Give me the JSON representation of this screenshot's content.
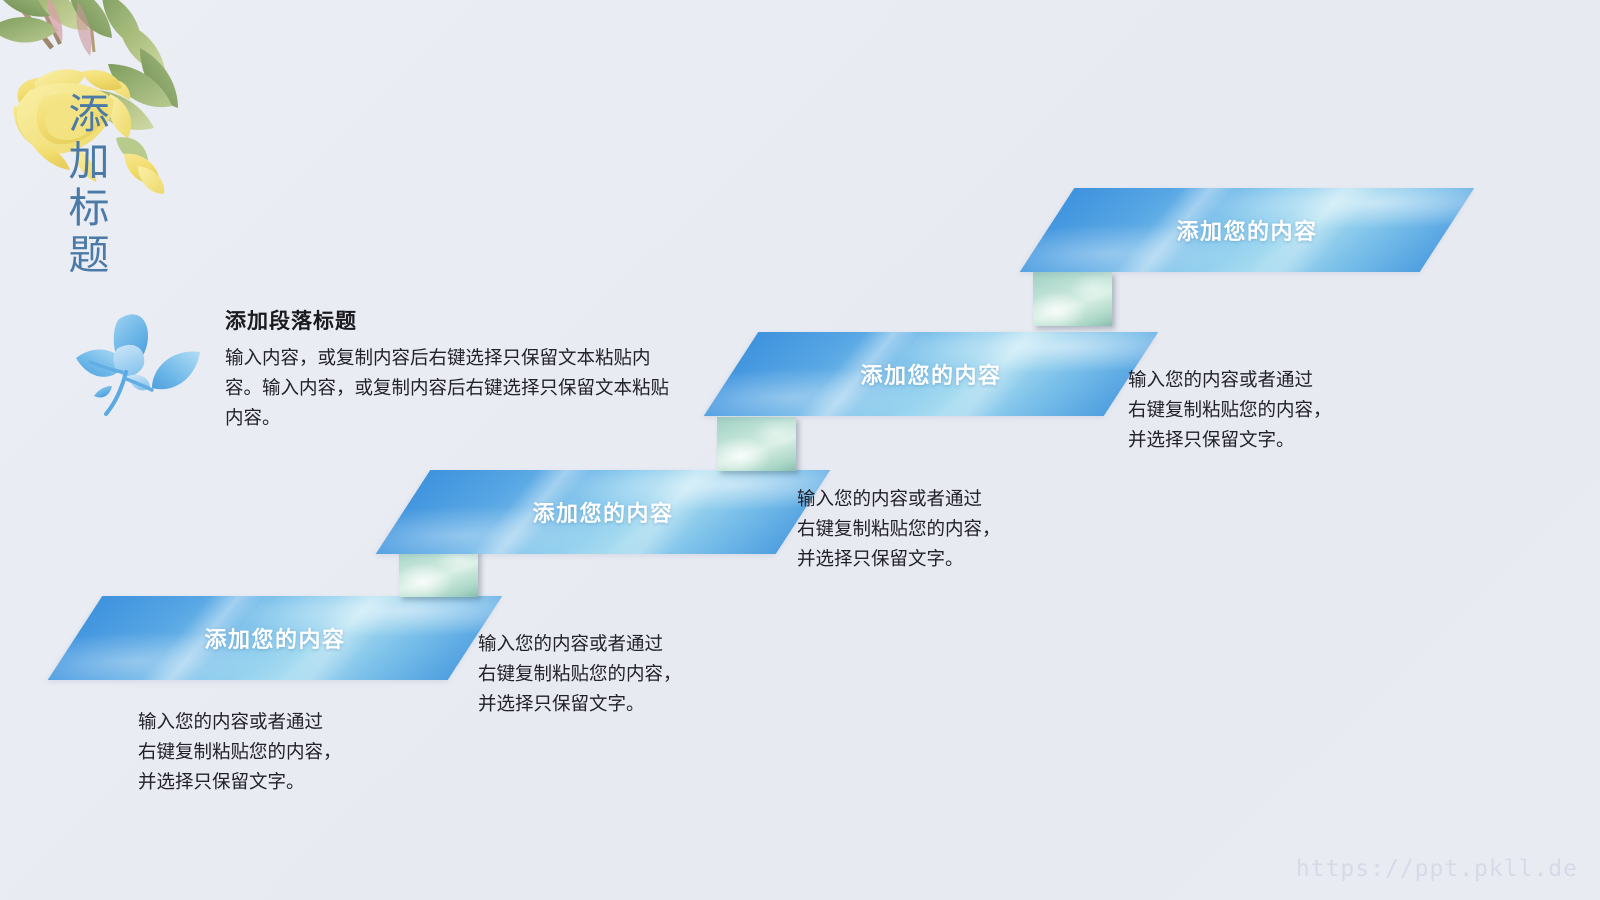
{
  "slide": {
    "background_color": "#e9ebf3",
    "title": "添加标题",
    "title_color": "#4b7aa8",
    "accent_blue": "#57a6e4",
    "accent_green": "#bfe2d6",
    "watermark": "https://ppt.pkll.de"
  },
  "decoration": {
    "floral_name": "yellow-rose-and-leaves",
    "sprout_name": "blue-watercolor-sprout"
  },
  "paragraph": {
    "heading": "添加段落标题",
    "body": "输入内容，或复制内容后右键选择只保留文本粘贴内容。输入内容，或复制内容后右键选择只保留文本粘贴内容。"
  },
  "steps": [
    {
      "label": "添加您的内容",
      "description": "输入您的内容或者通过\n右键复制粘贴您的内容，\n并选择只保留文字。"
    },
    {
      "label": "添加您的内容",
      "description": "输入您的内容或者通过\n右键复制粘贴您的内容，\n并选择只保留文字。"
    },
    {
      "label": "添加您的内容",
      "description": "输入您的内容或者通过\n右键复制粘贴您的内容，\n并选择只保留文字。"
    },
    {
      "label": "添加您的内容",
      "description": "输入您的内容或者通过\n右键复制粘贴您的内容，\n并选择只保留文字。"
    }
  ]
}
